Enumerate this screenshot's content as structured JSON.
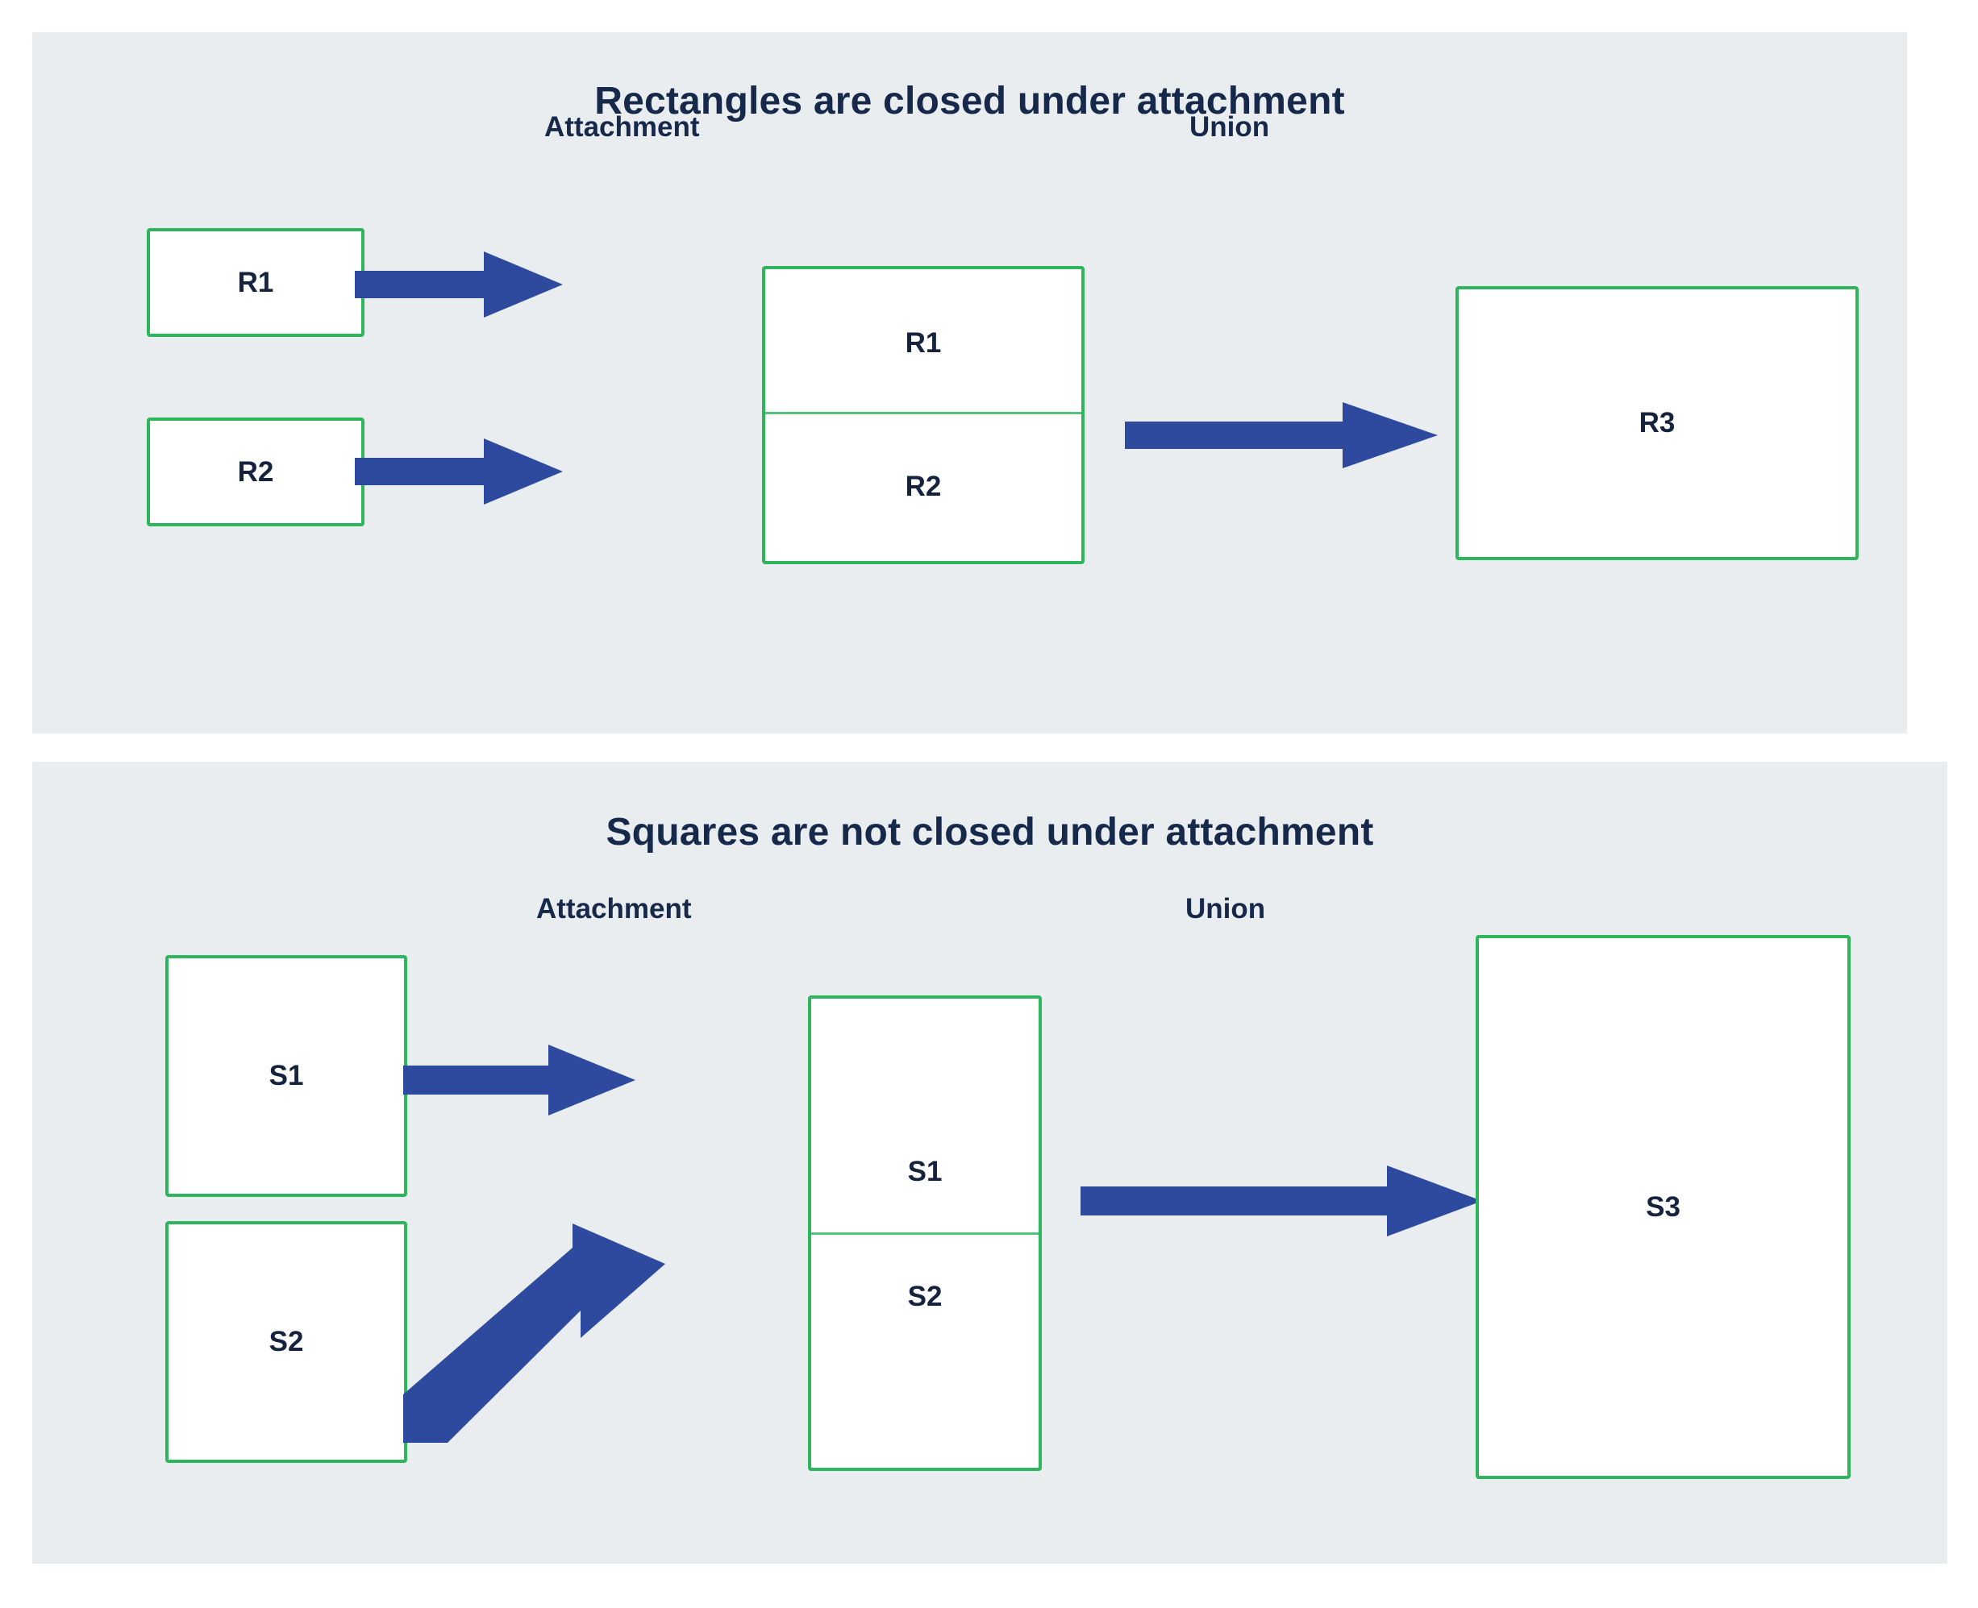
{
  "figure": {
    "type": "diagram",
    "description": "Two-panel diagram comparing closure under attachment for rectangles versus squares",
    "accent_colors": {
      "panel_background": "#e9edef",
      "box_border_green": "#2fb65c",
      "arrow_blue": "#2e4a9e",
      "text_navy": "#17294a",
      "page_background": "#ffffff"
    }
  },
  "panels": [
    {
      "id": "rectangles",
      "title": "Rectangles are closed under attachment",
      "step_labels": {
        "attachment": "Attachment",
        "union": "Union"
      },
      "inputs": [
        {
          "label": "R1"
        },
        {
          "label": "R2"
        }
      ],
      "attached": {
        "top_label": "R1",
        "bottom_label": "R2"
      },
      "result": {
        "label": "R3"
      }
    },
    {
      "id": "squares",
      "title": "Squares are not closed under attachment",
      "step_labels": {
        "attachment": "Attachment",
        "union": "Union"
      },
      "inputs": [
        {
          "label": "S1"
        },
        {
          "label": "S2"
        }
      ],
      "attached": {
        "top_label": "S1",
        "bottom_label": "S2"
      },
      "result": {
        "label": "S3"
      }
    }
  ]
}
